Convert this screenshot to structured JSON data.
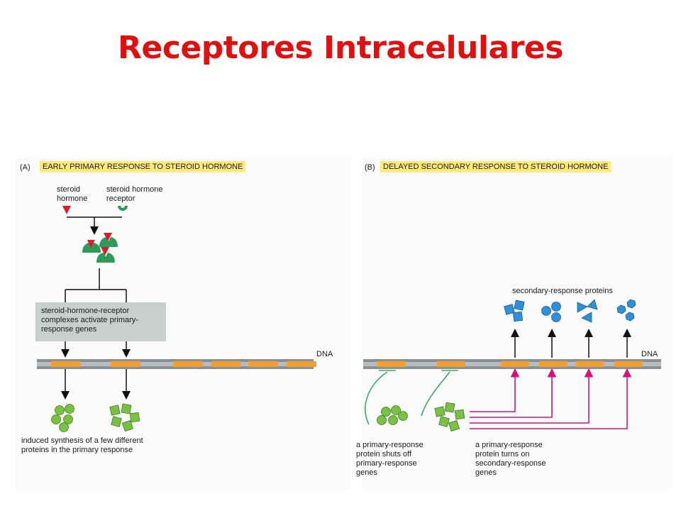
{
  "title": "Receptores Intracelulares",
  "panel_a": {
    "letter": "(A)",
    "heading": "EARLY PRIMARY RESPONSE TO STEROID HORMONE",
    "steroid_hormone": [
      "steroid",
      "hormone"
    ],
    "receptor": [
      "steroid hormone",
      "receptor"
    ],
    "complex_box": [
      "steroid-hormone-receptor",
      "complexes activate primary-",
      "response genes"
    ],
    "dna": "DNA",
    "induced": [
      "induced synthesis of a few different",
      "proteins in the primary response"
    ]
  },
  "panel_b": {
    "letter": "(B)",
    "heading": "DELAYED SECONDARY RESPONSE TO STEROID HORMONE",
    "secondary_proteins": "secondary-response proteins",
    "dna": "DNA",
    "shuts_off": [
      "a primary-response",
      "protein shuts off",
      "primary-response",
      "genes"
    ],
    "turns_on": [
      "a primary-response",
      "protein turns on",
      "secondary-response",
      "genes"
    ]
  },
  "colors": {
    "title": "#e11010",
    "heading_bg": "#ffe97a",
    "dna_strand": "#8a8f93",
    "gene": "#f0a030",
    "hormone": "#d81e2c",
    "receptor": "#2e9a5a",
    "primary_protein": "#7ac143",
    "secondary_protein": "#2f8fd8",
    "activation_arrow": "#d6117a",
    "inhibition_line": "#3aa86a"
  }
}
